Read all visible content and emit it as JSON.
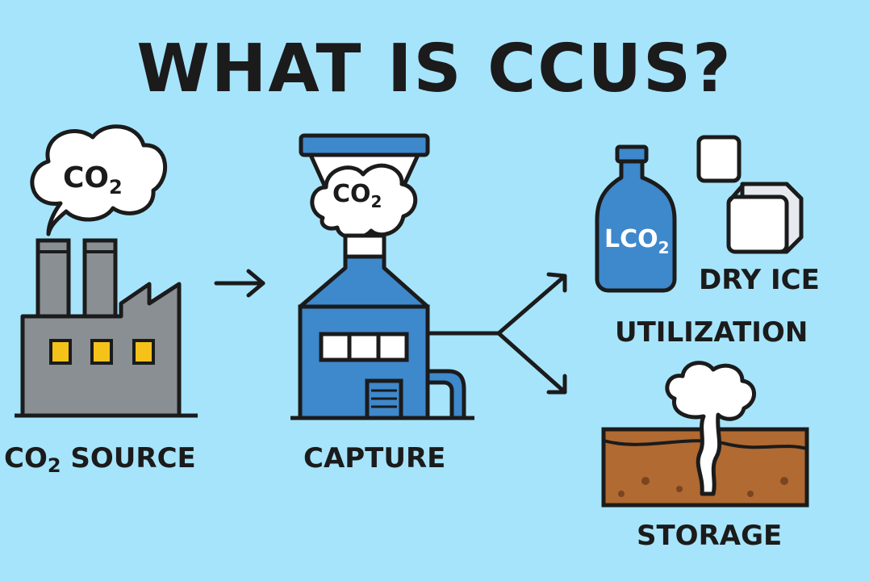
{
  "title": "WHAT IS CCUS?",
  "source": {
    "cloud_text": "CO",
    "cloud_sub": "2",
    "label_pre": "CO",
    "label_sub": "2",
    "label_post": " SOURCE"
  },
  "capture": {
    "cloud_text": "CO",
    "cloud_sub": "2",
    "label": "CAPTURE"
  },
  "utilization": {
    "bottle_text": "LCO",
    "bottle_sub": "2",
    "dry_ice_label": "DRY ICE",
    "label": "UTILIZATION"
  },
  "storage": {
    "label": "STORAGE"
  },
  "colors": {
    "background": "#a6e4fb",
    "blue": "#3e88cc",
    "factory": "#8a8f94",
    "window": "#f5c21a",
    "soil": "#b06a32"
  }
}
